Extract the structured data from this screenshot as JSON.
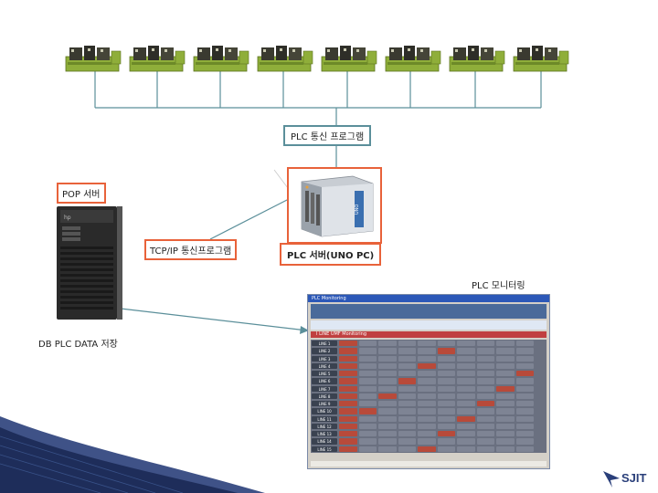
{
  "labels": {
    "plc_comm_program": "PLC 통신 프로그램",
    "pop_server": "POP 서버",
    "tcpip_program": "TCP/IP 통신프로그램",
    "plc_server": "PLC 서버(UNO PC)",
    "plc_monitoring": "PLC 모니터링",
    "db_plc_data": "DB PLC DATA 저장"
  },
  "monitor_window": {
    "title": "PLC Monitoring",
    "header": "I LINE UMF Monitoring",
    "rows": [
      "LINE 1",
      "LINE 2",
      "LINE 3",
      "LINE 4",
      "LINE 5",
      "LINE 6",
      "LINE 7",
      "LINE 8",
      "LINE 9",
      "LINE 10",
      "LINE 11",
      "LINE 12",
      "LINE 13",
      "LINE 14",
      "LINE 15"
    ]
  },
  "logo": {
    "text": "SJIT"
  },
  "colors": {
    "connector": "#5b8f9a",
    "highlight_box": "#e8623a",
    "plc_green": "#8fae3a",
    "logo_blue": "#2a3f7a"
  }
}
